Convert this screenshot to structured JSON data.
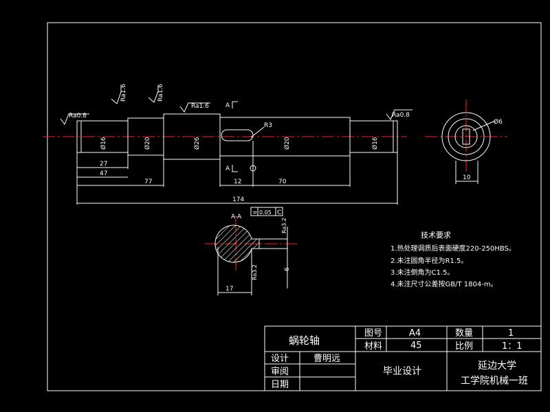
{
  "colors": {
    "background": "#000000",
    "line": "#ffffff",
    "centerline": "#ff2020",
    "hatch": "#ffffff"
  },
  "drawing": {
    "roughness": {
      "left": "Ra0.8",
      "shoulder1": "Ra1.6",
      "shoulder2": "Ra1.6",
      "mid": "Ra1.6",
      "right": "Ra0.8"
    },
    "diameters": {
      "d1": "Ø16",
      "d2": "Ø20",
      "d3": "Ø26",
      "d4": "Ø20",
      "d5": "Ø16"
    },
    "dims": {
      "d27": "27",
      "d47": "47",
      "d77": "77",
      "d12": "12",
      "d70": "70",
      "d174": "174"
    },
    "section_marks": {
      "top": "A",
      "bottom": "A"
    },
    "keyway_radius": "R3",
    "end_view": {
      "dia": "Ø6",
      "width": "10"
    },
    "section_label": "A-A",
    "tolerance_frame": {
      "symbol": "=",
      "value": "0.05",
      "datum": "C"
    },
    "section_dims": {
      "width": "17",
      "roughness_r": "Ra3.2",
      "roughness_l": "Ra3.2",
      "depth": "6"
    }
  },
  "requirements": {
    "title": "技术要求",
    "items": [
      "1.热处理调质后表面硬度220-250HBS。",
      "2.未注圆角半径为R1.5。",
      "3.未注倒角为C1.5。",
      "4.未注尺寸公差按GB/T 1804-m。"
    ]
  },
  "title_block": {
    "part_name": "蜗轮轴",
    "drawing_no_label": "图号",
    "drawing_no_value": "A4",
    "quantity_label": "数量",
    "quantity_value": "1",
    "material_label": "材料",
    "material_value": "45",
    "scale_label": "比例",
    "scale_value": "1：1",
    "design_label": "设计",
    "designer": "曹明远",
    "review_label": "审阅",
    "date_label": "日期",
    "project": "毕业设计",
    "school_line1": "延边大学",
    "school_line2": "工学院机械一班"
  }
}
